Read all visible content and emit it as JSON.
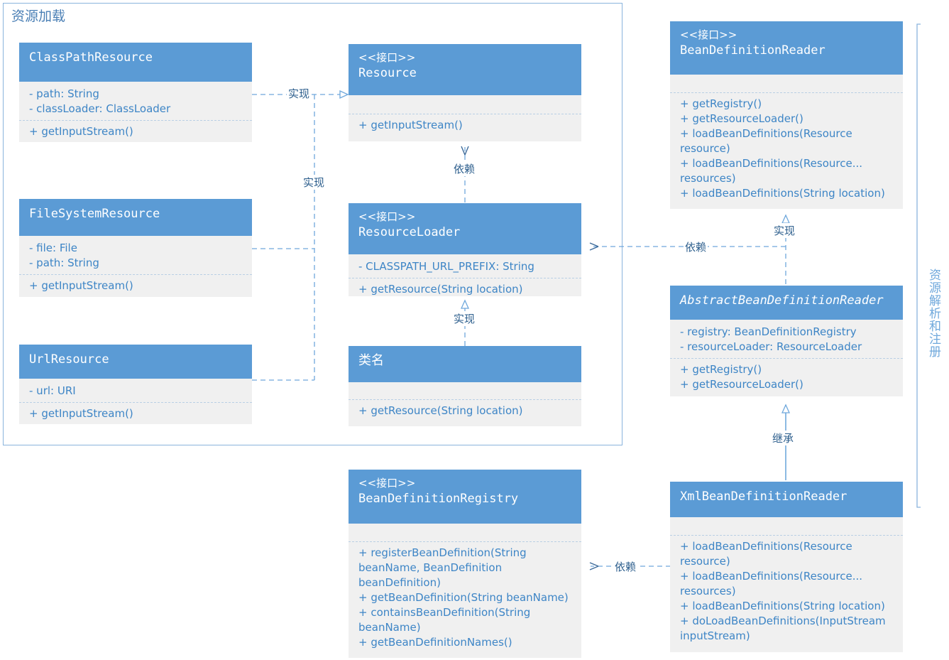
{
  "diagram": {
    "title": "资源加载",
    "side_label": "资源解析和注册",
    "colors": {
      "header": "#5b9bd5",
      "body": "#f0f0f0",
      "member_text": "#3d85c6",
      "line": "#6fa8dc",
      "group_border": "#8ab4dd"
    }
  },
  "stereotype_interface": "<<接口>>",
  "classes": {
    "class_path_resource": {
      "name": "ClassPathResource",
      "attributes": [
        "- path: String",
        "- classLoader: ClassLoader"
      ],
      "operations": [
        "+ getInputStream()"
      ]
    },
    "file_system_resource": {
      "name": "FileSystemResource",
      "attributes": [
        "- file: File",
        "- path: String"
      ],
      "operations": [
        "+ getInputStream()"
      ]
    },
    "url_resource": {
      "name": "UrlResource",
      "attributes": [
        "- url: URI"
      ],
      "operations": [
        "+ getInputStream()"
      ]
    },
    "resource": {
      "stereotype": "<<接口>>",
      "name": "Resource",
      "attributes": [],
      "operations": [
        "+ getInputStream()"
      ]
    },
    "resource_loader": {
      "stereotype": "<<接口>>",
      "name": "ResourceLoader",
      "attributes": [
        "- CLASSPATH_URL_PREFIX: String"
      ],
      "operations": [
        "+ getResource(String location)"
      ]
    },
    "class_name": {
      "name": "类名",
      "attributes": [],
      "operations": [
        "+ getResource(String location)"
      ]
    },
    "bean_definition_registry": {
      "stereotype": "<<接口>>",
      "name": "BeanDefinitionRegistry",
      "attributes": [],
      "operations": [
        "+ registerBeanDefinition(String beanName, BeanDefinition beanDefinition)",
        "+ getBeanDefinition(String beanName)",
        "+ containsBeanDefinition(String beanName)",
        "+ getBeanDefinitionNames()"
      ]
    },
    "bean_definition_reader": {
      "stereotype": "<<接口>>",
      "name": "BeanDefinitionReader",
      "attributes": [],
      "operations": [
        "+ getRegistry()",
        "+ getResourceLoader()",
        "+ loadBeanDefinitions(Resource resource)",
        "+ loadBeanDefinitions(Resource... resources)",
        "+ loadBeanDefinitions(String location)"
      ]
    },
    "abstract_bean_definition_reader": {
      "name": "AbstractBeanDefinitionReader",
      "abstract": true,
      "attributes": [
        "- registry: BeanDefinitionRegistry",
        "- resourceLoader: ResourceLoader"
      ],
      "operations": [
        "+ getRegistry()",
        "+ getResourceLoader()"
      ]
    },
    "xml_bean_definition_reader": {
      "name": "XmlBeanDefinitionReader",
      "attributes": [],
      "operations": [
        "+ loadBeanDefinitions(Resource resource)",
        "+ loadBeanDefinitions(Resource... resources)",
        "+ loadBeanDefinitions(String location)",
        "+ doLoadBeanDefinitions(InputStream inputStream)"
      ]
    }
  },
  "edges": {
    "realize_resource_top": "实现",
    "realize_resource_left": "实现",
    "depend_resource": "依赖",
    "realize_resource_loader": "实现",
    "depend_resource_loader": "依赖",
    "realize_reader": "实现",
    "inherit_reader": "继承",
    "depend_registry": "依赖"
  }
}
